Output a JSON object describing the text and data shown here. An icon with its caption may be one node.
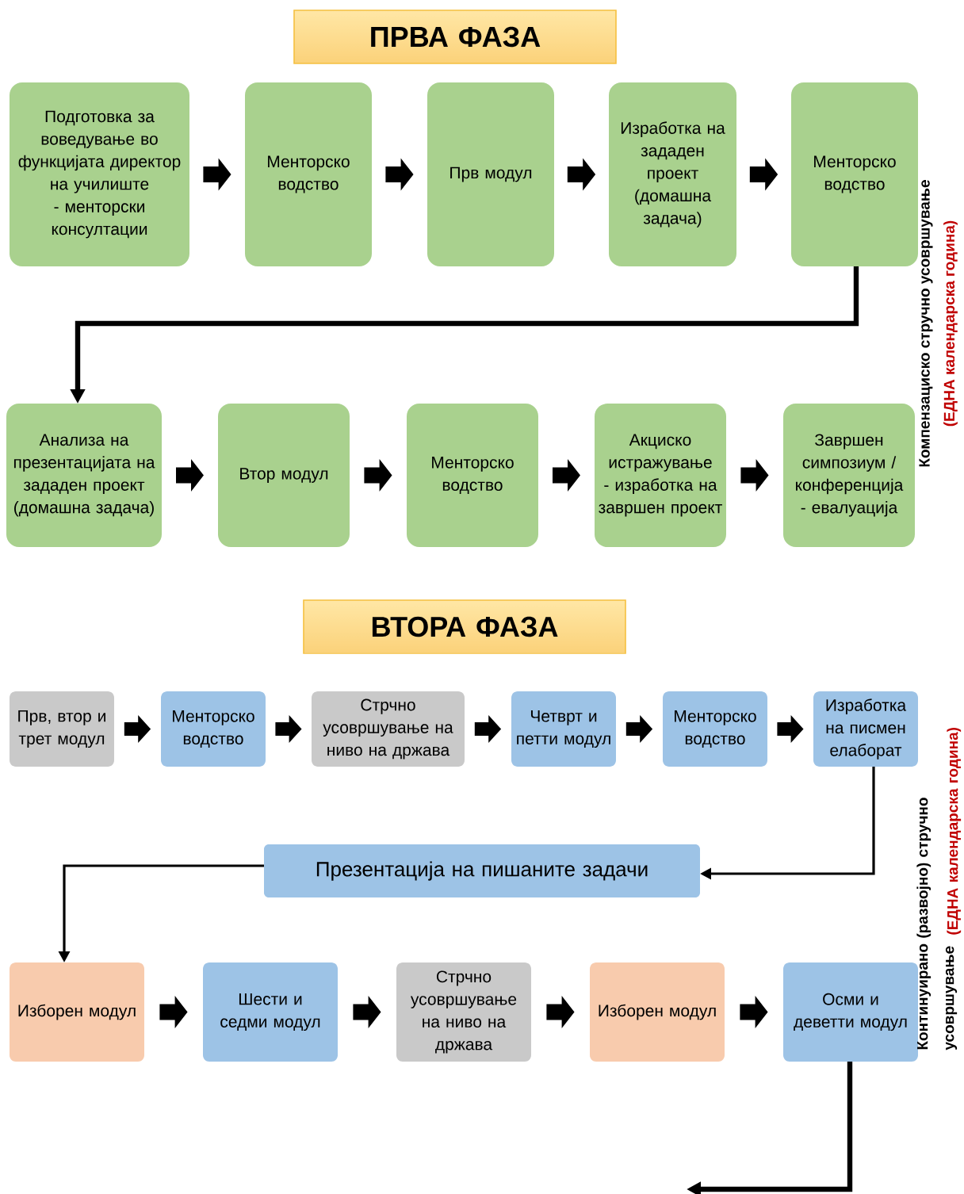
{
  "diagram": {
    "nodes": [
      {
        "text": [
          "ПРВА ФАЗА"
        ]
      },
      {
        "text": [
          "Подготовка за воведување во функцијата директор на училиште - менторски консултации"
        ]
      },
      {
        "text": [
          "Менторско водство"
        ]
      },
      {
        "text": [
          "Прв модул"
        ]
      },
      {
        "text": [
          "Изработка на зададен проект (домашна задача)"
        ]
      },
      {
        "text": [
          "Менторско водство"
        ]
      },
      {
        "text": [
          "Анализа на презентацијата на зададен проект (домашна задача)"
        ]
      },
      {
        "text": [
          "Втор модул"
        ]
      },
      {
        "text": [
          "Менторско водство"
        ]
      },
      {
        "text": [
          "Акциско истражување - изработка на завршен проект"
        ]
      },
      {
        "text": [
          "Завршен симпозиум / конференција - евалуација"
        ]
      },
      {
        "text": [
          "ВТОРА ФАЗА"
        ]
      },
      {
        "text": [
          "Прв, втор и трет модул"
        ]
      },
      {
        "text": [
          "Менторско водство"
        ]
      },
      {
        "text": [
          "Стрчно усовршување на ниво на држава"
        ]
      },
      {
        "text": [
          "Четврт и петти модул"
        ]
      },
      {
        "text": [
          "Менторско водство"
        ]
      },
      {
        "text": [
          "Изработка на писмен елаборат"
        ]
      },
      {
        "text": [
          "Презентација на пишаните задачи"
        ]
      },
      {
        "text": [
          "Изборен модул"
        ]
      },
      {
        "text": [
          "Шести и седми модул"
        ]
      },
      {
        "text": [
          "Стрчно усовршување на ниво на држава"
        ]
      },
      {
        "text": [
          "Изборен модул"
        ]
      },
      {
        "text": [
          "Осми и деветти модул"
        ]
      }
    ],
    "edges": [
      {
        "from": 1,
        "to": 2,
        "arrow": "to"
      },
      {
        "from": 2,
        "to": 3,
        "arrow": "to"
      },
      {
        "from": 3,
        "to": 4,
        "arrow": "to"
      },
      {
        "from": 4,
        "to": 5,
        "arrow": "to"
      },
      {
        "from": 5,
        "to": 6,
        "arrow": "to"
      },
      {
        "from": 6,
        "to": 7,
        "arrow": "to"
      },
      {
        "from": 7,
        "to": 8,
        "arrow": "to"
      },
      {
        "from": 8,
        "to": 9,
        "arrow": "to"
      },
      {
        "from": 9,
        "to": 10,
        "arrow": "to"
      },
      {
        "from": 12,
        "to": 13,
        "arrow": "to"
      },
      {
        "from": 13,
        "to": 14,
        "arrow": "to"
      },
      {
        "from": 14,
        "to": 15,
        "arrow": "to"
      },
      {
        "from": 15,
        "to": 16,
        "arrow": "to"
      },
      {
        "from": 16,
        "to": 17,
        "arrow": "to"
      },
      {
        "from": 17,
        "to": 18,
        "arrow": "to"
      },
      {
        "from": 18,
        "to": 19,
        "arrow": "to"
      },
      {
        "from": 19,
        "to": 20,
        "arrow": "to"
      },
      {
        "from": 20,
        "to": 21,
        "arrow": "to"
      },
      {
        "from": 21,
        "to": 22,
        "arrow": "to"
      },
      {
        "from": 22,
        "to": 23,
        "arrow": "to"
      },
      {
        "from": 23,
        "to": null,
        "arrow": "to"
      }
    ],
    "labels": [
      "Компензациско стручно усовршување",
      "(ЕДНА календарска година)",
      "Континуирано (развојно) стручно усовршување",
      "(ЕДНА календарска година)"
    ]
  }
}
